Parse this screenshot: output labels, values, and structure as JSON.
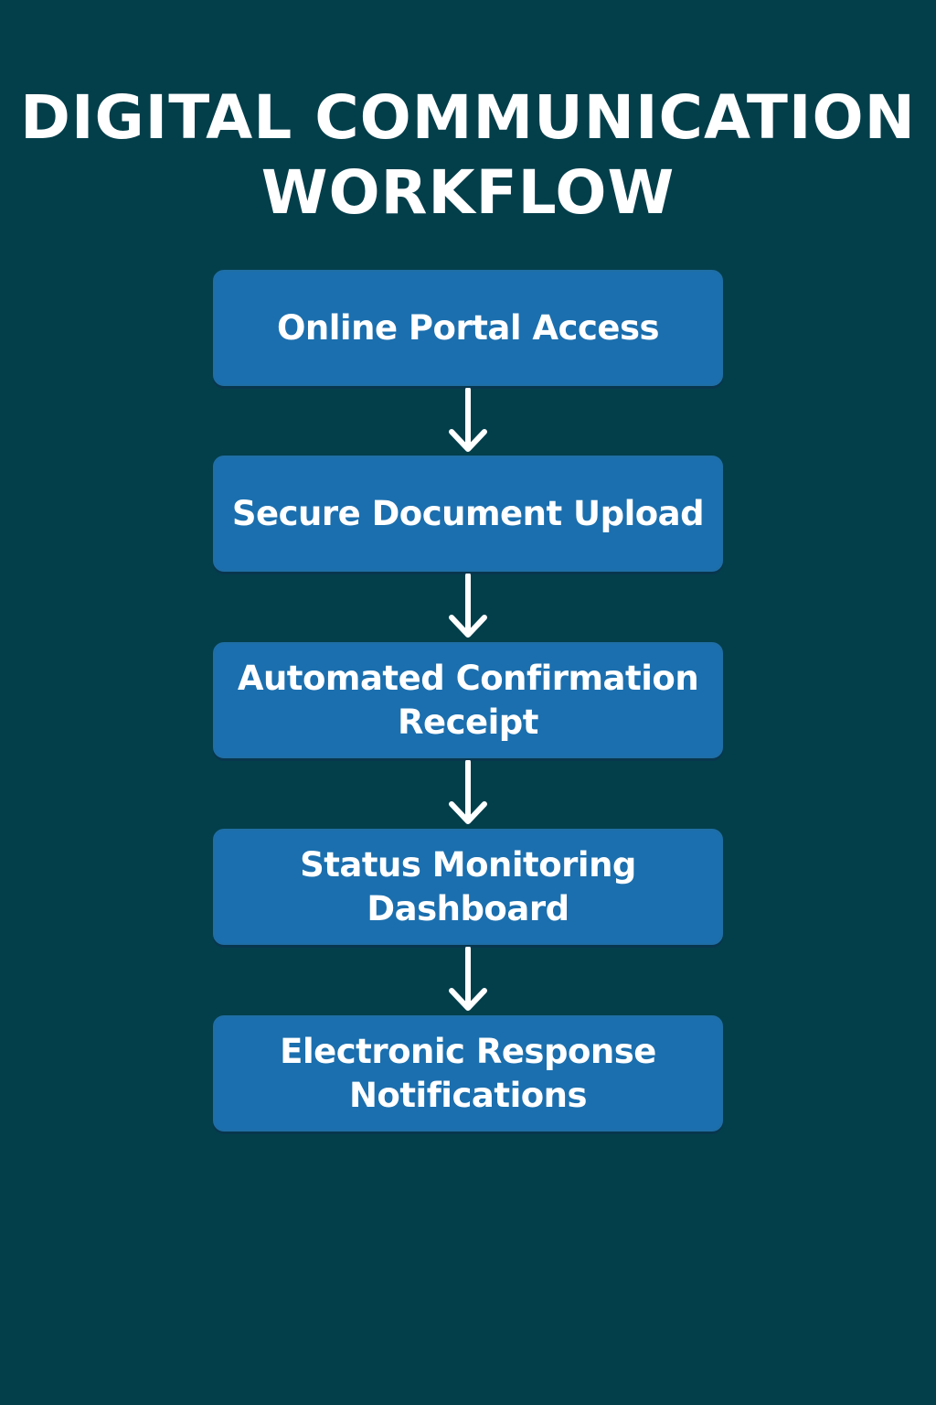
{
  "diagram": {
    "title_lines": [
      "DIGITAL COMMUNICATION",
      "WORKFLOW"
    ],
    "steps": [
      {
        "label": "Online Portal Access"
      },
      {
        "label": "Secure Document Upload"
      },
      {
        "label": "Automated Confirmation\nReceipt"
      },
      {
        "label": "Status Monitoring\nDashboard"
      },
      {
        "label": "Electronic Response\nNotifications"
      }
    ]
  },
  "colors": {
    "background": "#033f4b",
    "box_fill": "#1b6fae",
    "arrow": "#ffffff",
    "text": "#ffffff"
  },
  "icons": {
    "connector": "down-arrow-icon"
  }
}
